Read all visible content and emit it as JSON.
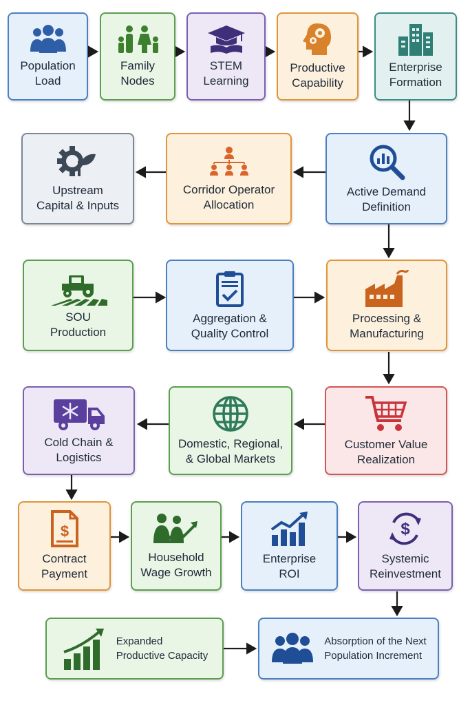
{
  "nodes": {
    "population_load": "Population\nLoad",
    "family_nodes": "Family\nNodes",
    "stem_learning": "STEM\nLearning",
    "productive_capability": "Productive\nCapability",
    "enterprise_formation": "Enterprise\nFormation",
    "active_demand_definition": "Active Demand\nDefinition",
    "corridor_operator_allocation": "Corridor Operator\nAllocation",
    "upstream_capital_inputs": "Upstream\nCapital & Inputs",
    "sou_production": "SOU\nProduction",
    "aggregation_quality_control": "Aggregation &\nQuality Control",
    "processing_manufacturing": "Processing &\nManufacturing",
    "customer_value_realization": "Customer Value\nRealization",
    "domestic_regional_global_markets": "Domestic, Regional,\n& Global Markets",
    "cold_chain_logistics": "Cold Chain &\nLogistics",
    "contract_payment": "Contract\nPayment",
    "household_wage_growth": "Household\nWage Growth",
    "enterprise_roi": "Enterprise\nROI",
    "systemic_reinvestment": "Systemic\nReinvestment",
    "expanded_productive_capacity": "Expanded\nProductive Capacity",
    "absorption_next_population_increment": "Absorption of the Next\nPopulation Increment"
  },
  "icons": {
    "population_load": "people-group-icon",
    "family_nodes": "family-icon",
    "stem_learning": "graduation-cap-book-icon",
    "productive_capability": "head-gears-icon",
    "enterprise_formation": "office-buildings-icon",
    "active_demand_definition": "magnifier-chart-icon",
    "corridor_operator_allocation": "org-chart-icon",
    "upstream_capital_inputs": "gear-plant-icon",
    "sou_production": "tractor-field-icon",
    "aggregation_quality_control": "clipboard-check-icon",
    "processing_manufacturing": "factory-icon",
    "customer_value_realization": "shopping-cart-icon",
    "domestic_regional_global_markets": "globe-icon",
    "cold_chain_logistics": "refrigerated-truck-icon",
    "contract_payment": "dollar-document-icon",
    "household_wage_growth": "people-growth-arrow-icon",
    "enterprise_roi": "bar-chart-arrow-icon",
    "systemic_reinvestment": "dollar-cycle-icon",
    "expanded_productive_capacity": "growth-bars-icon",
    "absorption_next_population_increment": "people-group-icon"
  },
  "colors": {
    "blue": "#4a7fc1",
    "green": "#5a9e4e",
    "purple": "#7b5fae",
    "orange": "#e0953a",
    "teal": "#3a8c84",
    "gray": "#7c8796",
    "red": "#d25454",
    "arrow": "#1b1b1b"
  }
}
